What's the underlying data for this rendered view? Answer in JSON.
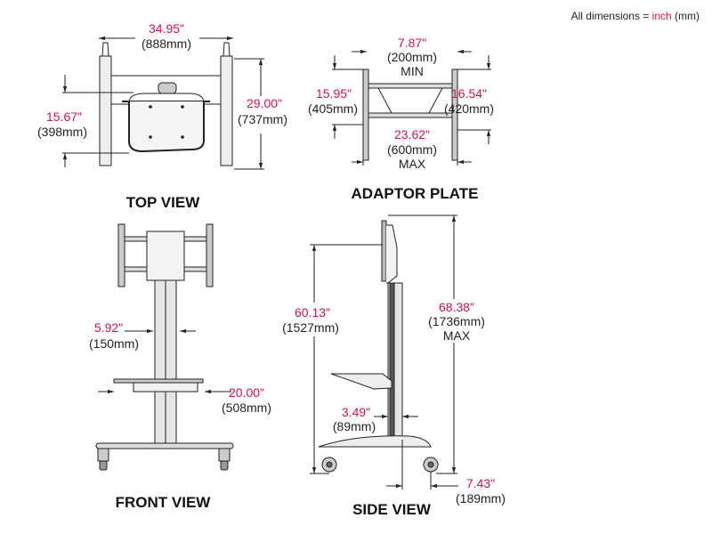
{
  "note": {
    "prefix": "All dimensions = ",
    "unit_primary": "inch",
    "unit_secondary": "(mm)"
  },
  "colors": {
    "accent": "#c8174a",
    "line": "#222222"
  },
  "top_view": {
    "title": "TOP VIEW",
    "width": {
      "in": "34.95\"",
      "mm": "(888mm)"
    },
    "depth": {
      "in": "29.00\"",
      "mm": "(737mm)"
    },
    "shelf": {
      "in": "15.67\"",
      "mm": "(398mm)"
    }
  },
  "adaptor_plate": {
    "title": "ADAPTOR PLATE",
    "min_width": {
      "in": "7.87\"",
      "mm": "(200mm)",
      "note": "MIN"
    },
    "left_height": {
      "in": "15.95\"",
      "mm": "(405mm)"
    },
    "right_height": {
      "in": "16.54\"",
      "mm": "(420mm)"
    },
    "max_width": {
      "in": "23.62\"",
      "mm": "(600mm)",
      "note": "MAX"
    }
  },
  "front_view": {
    "title": "FRONT VIEW",
    "column": {
      "in": "5.92\"",
      "mm": "(150mm)"
    },
    "shelf": {
      "in": "20.00\"",
      "mm": "(508mm)"
    }
  },
  "side_view": {
    "title": "SIDE VIEW",
    "center_height": {
      "in": "60.13\"",
      "mm": "(1527mm)"
    },
    "max_height": {
      "in": "68.38\"",
      "mm": "(1736mm)",
      "note": "MAX"
    },
    "column_depth": {
      "in": "3.49\"",
      "mm": "(89mm)"
    },
    "offset": {
      "in": "7.43\"",
      "mm": "(189mm)"
    }
  }
}
